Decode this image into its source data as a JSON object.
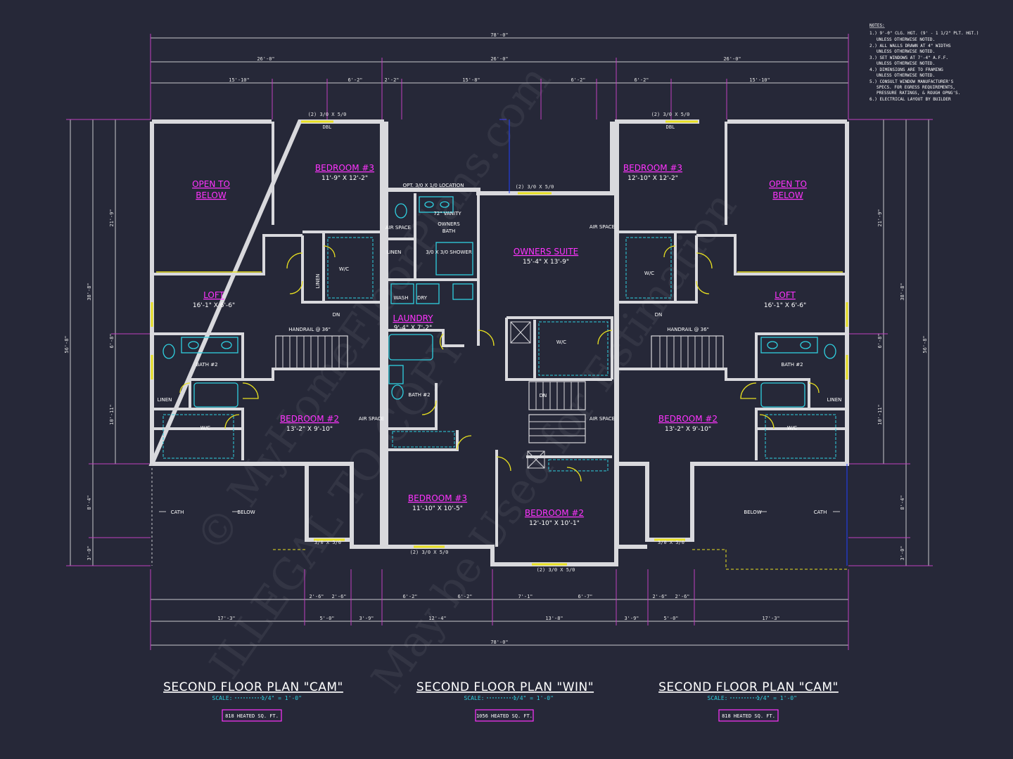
{
  "notes": {
    "heading": "NOTES:",
    "lines": [
      "1.) 9'-0\" CLG. HGT. (9' - 1 1/2\" PLT. HGT.)",
      "UNLESS OTHERWISE NOTED.",
      "2.) ALL WALLS DRAWN AT 4\" WIDTHS",
      "UNLESS OTHERWISE NOTED.",
      "3.) SET WINDOWS AT 7'-4\" A.F.F.",
      "UNLESS OTHERWISE NOTED.",
      "4.) DIMENSIONS ARE TO FRAMING",
      "UNLESS OTHERWISE NOTED.",
      "5.) CONSULT WINDOW MANUFACTURER'S",
      "SPECS. FOR EGRESS REQUIREMENTS,",
      "PRESSURE RATINGS, & ROUGH OPNG'S.",
      "6.) ELECTRICAL LAYOUT BY BUILDER"
    ]
  },
  "dimensions": {
    "overall": "78'-0\"",
    "units": [
      "26'-0\"",
      "26'-0\"",
      "26'-0\""
    ],
    "top_row": [
      "15'-10\"",
      "6'-2\"",
      "2'-2\"",
      "15'-8\"",
      "6'-2\"",
      "6'-2\"",
      "15'-10\""
    ],
    "bottom_row_a": [
      "2'-6\"",
      "2'-6\"",
      "6'-2\"",
      "6'-2\"",
      "7'-1\"",
      "6'-7\"",
      "2'-6\"",
      "2'-6\""
    ],
    "bottom_row_b": [
      "17'-3\"",
      "5'-0\"",
      "3'-9\"",
      "12'-4\"",
      "13'-8\"",
      "3'-9\"",
      "5'-0\"",
      "17'-3\""
    ],
    "left_side": [
      "56'-8\"",
      "38'-8\"",
      "21'-9\"",
      "6'-8\"",
      "10'-11\"",
      "8'-4\"",
      "3'-0\""
    ],
    "right_side": [
      "56'-8\"",
      "38'-8\"",
      "21'-9\"",
      "6'-8\"",
      "10'-11\"",
      "8'-4\"",
      "3'-0\""
    ]
  },
  "rooms": {
    "left": [
      {
        "name": "OPEN TO BELOW",
        "line1": "OPEN TO",
        "line2": "BELOW"
      },
      {
        "name": "BEDROOM #3",
        "size": "11'-9\" X 12'-2\""
      },
      {
        "name": "LOFT",
        "size": "16'-1\" X 6'-6\""
      },
      {
        "name": "BATH #2"
      },
      {
        "name": "BEDROOM #2",
        "size": "13'-2\" X 9'-10\""
      },
      {
        "name": "W/C"
      },
      {
        "name": "W/C"
      },
      {
        "name": "LINEN"
      },
      {
        "name": "LINEN"
      }
    ],
    "middle": [
      {
        "name": "OWNERS SUITE",
        "size": "15'-4\" X 13'-9\""
      },
      {
        "name": "LAUNDRY",
        "size": "9'-4\" X 7'-2\""
      },
      {
        "name": "OWNERS BATH",
        "line1": "OWNERS",
        "line2": "BATH"
      },
      {
        "name": "BATH #2"
      },
      {
        "name": "BEDROOM #3",
        "size": "11'-10\" X 10'-5\""
      },
      {
        "name": "BEDROOM #2",
        "size": "12'-10\" X 10'-1\""
      },
      {
        "name": "W/C"
      },
      {
        "name": "LINEN"
      },
      {
        "name": "AIR SPACE"
      },
      {
        "name": "WASH"
      },
      {
        "name": "DRY"
      }
    ],
    "right": [
      {
        "name": "OPEN TO BELOW",
        "line1": "OPEN TO",
        "line2": "BELOW"
      },
      {
        "name": "BEDROOM #3",
        "size": "12'-10\" X 12'-2\""
      },
      {
        "name": "LOFT",
        "size": "16'-1\" X 6'-6\""
      },
      {
        "name": "BATH #2"
      },
      {
        "name": "BEDROOM #2",
        "size": "13'-2\" X 9'-10\""
      },
      {
        "name": "W/C"
      },
      {
        "name": "W/C"
      },
      {
        "name": "LINEN"
      }
    ]
  },
  "labels": {
    "cath": "CATH",
    "below": "BELOW",
    "dn": "DN",
    "handrail": "HANDRAIL @ 36\"",
    "air_space": "AIR SPACE",
    "window_3050": "(2) 3/0 X 5/0",
    "window_single": "3/0 X 5/0",
    "dbl": "DBL",
    "optional": "OPT. 3/0 X 1/0 LOCATION",
    "vanity": "72\" VANITY",
    "shower": "3/0 X 3/0 SHOWER"
  },
  "titles": [
    {
      "name": "SECOND FLOOR PLAN \"CAM\"",
      "scale_label": "SCALE:",
      "scale_value": "1/4\" = 1'-0\"",
      "area": "818 HEATED SQ. FT."
    },
    {
      "name": "SECOND FLOOR PLAN \"WIN\"",
      "scale_label": "SCALE:",
      "scale_value": "1/4\" = 1'-0\"",
      "area": "1056 HEATED SQ. FT."
    },
    {
      "name": "SECOND FLOOR PLAN \"CAM\"",
      "scale_label": "SCALE:",
      "scale_value": "1/4\" = 1'-0\"",
      "area": "818 HEATED SQ. FT."
    }
  ],
  "watermark": [
    "© MyHomeFloorPlans.com",
    "ILLEGAL TO COPY",
    "May be Used for Estimation"
  ],
  "colors": {
    "background": "#262838",
    "walls": "#d9d9dd",
    "room_names": "#ff33ff",
    "fixtures": "#2fd0e0",
    "doors_windows": "#e8e020",
    "dimension_ticks": "#ff40ff"
  }
}
